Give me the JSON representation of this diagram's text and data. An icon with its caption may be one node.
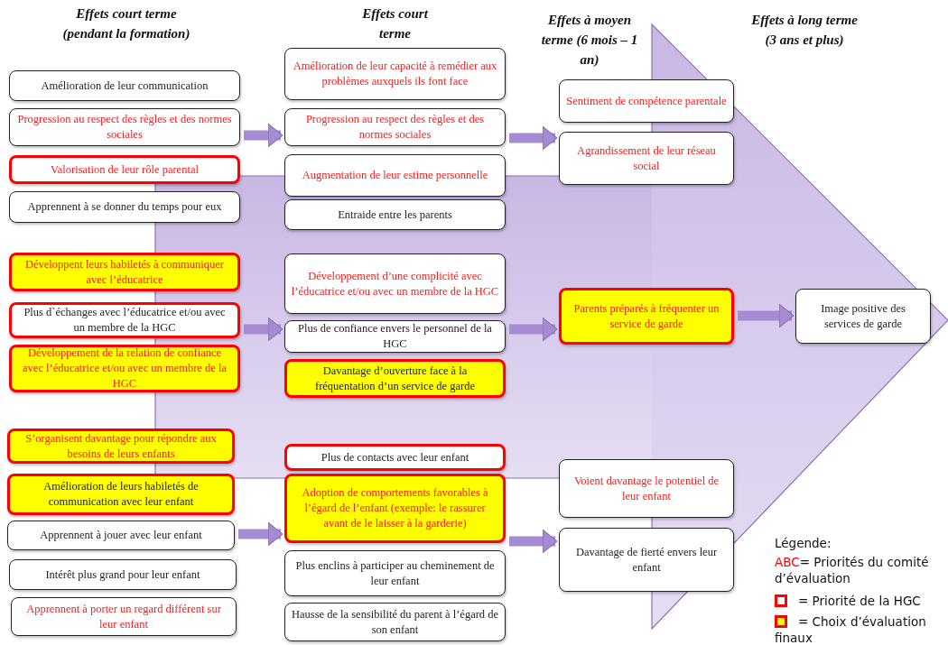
{
  "diagram": {
    "nodes": [
      {
        "text": [
          "Amélioration de leur communication"
        ]
      },
      {
        "text": [
          "Progression au respect des règles et des normes sociales"
        ]
      },
      {
        "text": [
          "Valorisation de leur rôle parental"
        ]
      },
      {
        "text": [
          "Apprennent à se donner du temps pour eux"
        ]
      },
      {
        "text": [
          "Développent leurs habiletés à communiquer avec l’éducatrice"
        ]
      },
      {
        "text": [
          "Plus d`échanges avec l’éducatrice et/ou avec un membre de la HGC"
        ]
      },
      {
        "text": [
          "Développement de la relation de confiance avec l’éducatrice et/ou avec un membre de la HGC"
        ]
      },
      {
        "text": [
          "S’organisent davantage pour répondre aux besoins de leurs enfants"
        ]
      },
      {
        "text": [
          "Amélioration de leurs habiletés de communication avec leur enfant"
        ]
      },
      {
        "text": [
          "Apprennent à jouer avec leur enfant"
        ]
      },
      {
        "text": [
          "Intérêt plus grand pour leur enfant"
        ]
      },
      {
        "text": [
          "Apprennent à porter un regard différent sur leur enfant"
        ]
      },
      {
        "text": [
          "Amélioration de leur capacité à remédier aux problèmes auxquels ils font face"
        ]
      },
      {
        "text": [
          "Progression au respect des règles et des normes sociales"
        ]
      },
      {
        "text": [
          "Augmentation de leur estime personnelle"
        ]
      },
      {
        "text": [
          "Entraide entre les parents"
        ]
      },
      {
        "text": [
          "Développement d’une complicité avec l’éducatrice et/ou avec un membre de la HGC"
        ]
      },
      {
        "text": [
          "Plus de confiance envers le personnel de la HGC"
        ]
      },
      {
        "text": [
          "Davantage d’ouverture face à la fréquentation d’un service de garde"
        ]
      },
      {
        "text": [
          "Plus de contacts avec leur enfant"
        ]
      },
      {
        "text": [
          "Adoption de comportements favorables à l’égard de l’enfant (exemple: le rassurer avant de le laisser à la garderie)"
        ]
      },
      {
        "text": [
          "Plus enclins à participer au cheminement de leur enfant"
        ]
      },
      {
        "text": [
          "Hausse de la sensibilité du parent à l’égard de son enfant"
        ]
      },
      {
        "text": [
          "Sentiment de compétence parentale"
        ]
      },
      {
        "text": [
          "Agrandissement de leur réseau social"
        ]
      },
      {
        "text": [
          "Parents préparés à fréquenter un service de garde"
        ]
      },
      {
        "text": [
          "Voient davantage le potentiel de leur enfant"
        ]
      },
      {
        "text": [
          "Davantage de fierté envers leur enfant"
        ]
      },
      {
        "text": [
          "Image positive des services de garde"
        ]
      }
    ],
    "edges": [
      {
        "from": 1,
        "to": 13,
        "arrow": "to"
      },
      {
        "from": 13,
        "to": 24,
        "arrow": "to"
      },
      {
        "from": 5,
        "to": 17,
        "arrow": "to"
      },
      {
        "from": 17,
        "to": 25,
        "arrow": "to"
      },
      {
        "from": 25,
        "to": 28,
        "arrow": "to"
      },
      {
        "from": 9,
        "to": 20,
        "arrow": "to"
      },
      {
        "from": 20,
        "to": 27,
        "arrow": "to"
      }
    ],
    "labels": [
      "Effets court terme (pendant la formation)",
      "Effets court terme",
      "Effets à moyen terme (6 mois – 1 an)",
      "Effets à long terme (3 ans et plus)",
      "Légende:",
      "ABC"
    ],
    "legend": [
      {
        "text": "= Priorités du comité d’évaluation",
        "color": "#ff0000"
      },
      {
        "text": "= Priorité de la HGC"
      },
      {
        "text": "= Choix d’évaluation finaux",
        "color": "#ffff00"
      }
    ]
  }
}
